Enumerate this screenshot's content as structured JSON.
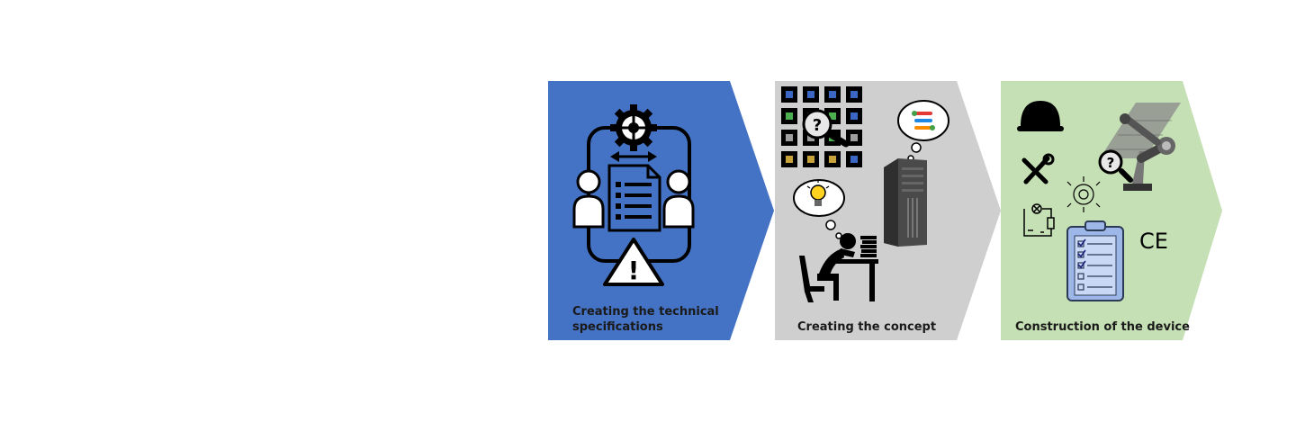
{
  "stages": [
    {
      "label_lines": [
        "Creating the technical",
        "specifications"
      ],
      "color": "#4472c4"
    },
    {
      "label_lines": [
        "Creating the concept"
      ],
      "color": "#d0cfcf"
    },
    {
      "label_lines": [
        "Construction of the device"
      ],
      "color": "#c5e0b4"
    }
  ],
  "icons": {
    "stage1": [
      "gear-icon",
      "person-icon",
      "person-icon",
      "document-icon",
      "double-arrow-icon",
      "warning-icon"
    ],
    "stage2": [
      "tile-grid-icon",
      "magnifier-question-icon",
      "thought-bubble-icon",
      "lightbulb-icon",
      "server-tower-icon",
      "thinking-person-icon"
    ],
    "stage3": [
      "hard-hat-icon",
      "tools-icon",
      "circuit-icon",
      "chip-icon",
      "clipboard-checklist-icon",
      "ce-mark-icon",
      "robot-arm-icon",
      "magnifier-question-icon"
    ]
  },
  "ce_mark": "CE",
  "question_mark": "?",
  "warning_mark": "!"
}
